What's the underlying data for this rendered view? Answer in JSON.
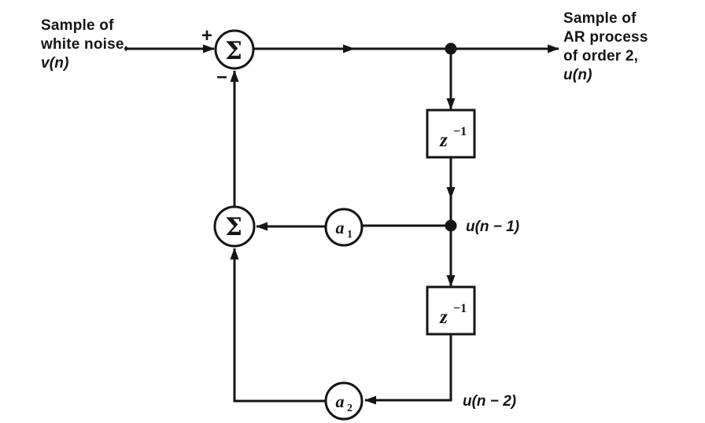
{
  "colors": {
    "ink": "#151515",
    "paper": "#ffffff"
  },
  "input_caption": {
    "lines": [
      "Sample of",
      "white noise,"
    ],
    "math": "v(n)"
  },
  "output_caption": {
    "lines": [
      "Sample of",
      "AR process",
      "of order 2,"
    ],
    "math": "u(n)"
  },
  "summer1": {
    "symbol": "Σ",
    "plus": "+",
    "minus": "−"
  },
  "summer2": {
    "symbol": "Σ"
  },
  "delay1": {
    "base": "z",
    "sup": "−1"
  },
  "delay2": {
    "base": "z",
    "sup": "−1"
  },
  "gain1": {
    "base": "a",
    "sub": "1"
  },
  "gain2": {
    "base": "a",
    "sub": "2"
  },
  "node1_label": "u(n − 1)",
  "node2_label": "u(n − 2)"
}
